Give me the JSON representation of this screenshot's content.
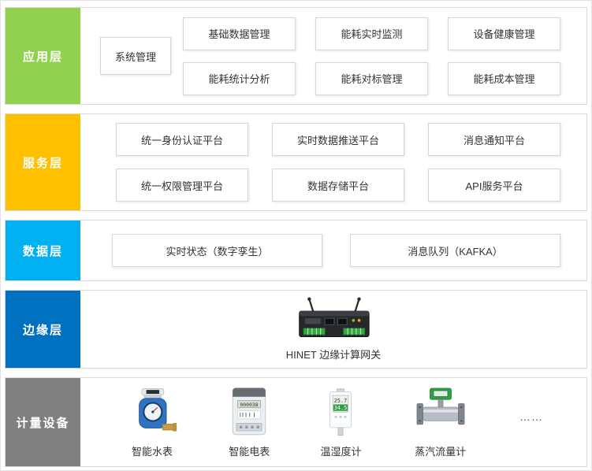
{
  "diagram": {
    "layers": {
      "app": {
        "label": "应用层",
        "side_box": "系统管理",
        "row1": [
          "基础数据管理",
          "能耗实时监测",
          "设备健康管理"
        ],
        "row2": [
          "能耗统计分析",
          "能耗对标管理",
          "能耗成本管理"
        ]
      },
      "service": {
        "label": "服务层",
        "row1": [
          "统一身份认证平台",
          "实时数据推送平台",
          "消息通知平台"
        ],
        "row2": [
          "统一权限管理平台",
          "数据存储平台",
          "API服务平台"
        ]
      },
      "data": {
        "label": "数据层",
        "row1": [
          "实时状态（数字孪生）",
          "消息队列（KAFKA）"
        ]
      },
      "edge": {
        "label": "边缘层",
        "gateway_caption": "HINET 边缘计算网关",
        "gateway_icon": "industrial-edge-gateway"
      },
      "devices": {
        "label": "计量设备",
        "items": [
          {
            "name": "智能水表",
            "icon": "smart-water-meter"
          },
          {
            "name": "智能电表",
            "icon": "smart-electric-meter"
          },
          {
            "name": "温湿度计",
            "icon": "thermo-hygrometer"
          },
          {
            "name": "蒸汽流量计",
            "icon": "steam-flow-meter"
          }
        ],
        "more": "……"
      }
    },
    "colors": {
      "app_layer": "#92D050",
      "service_layer": "#FFC000",
      "data_layer": "#00B0F0",
      "edge_layer": "#0070C0",
      "device_layer": "#808080",
      "box_border": "#d6d6d6",
      "text": "#333333"
    }
  }
}
